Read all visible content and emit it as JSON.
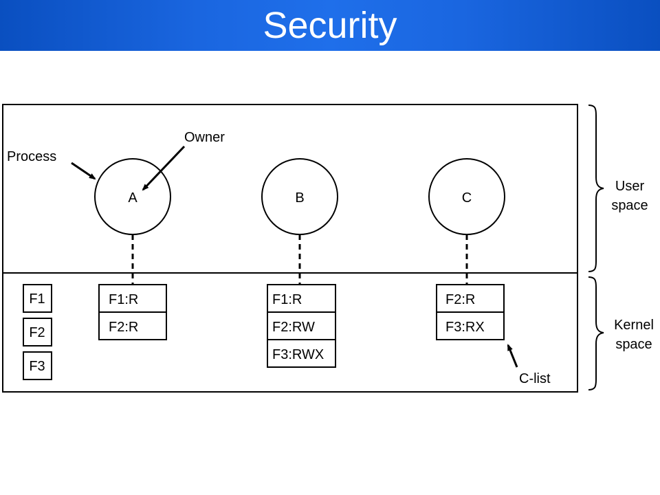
{
  "header": {
    "title": "Security"
  },
  "diagram": {
    "labels": {
      "process": "Process",
      "owner": "Owner",
      "user_space": [
        "User",
        "space"
      ],
      "kernel_space": [
        "Kernel",
        "space"
      ],
      "clist": "C-list"
    },
    "files": [
      "F1",
      "F2",
      "F3"
    ],
    "processes": [
      {
        "name": "A",
        "capabilities": [
          "F1:R",
          "F2:R"
        ]
      },
      {
        "name": "B",
        "capabilities": [
          "F1:R",
          "F2:RW",
          "F3:RWX"
        ]
      },
      {
        "name": "C",
        "capabilities": [
          "F2:R",
          "F3:RX"
        ]
      }
    ]
  }
}
